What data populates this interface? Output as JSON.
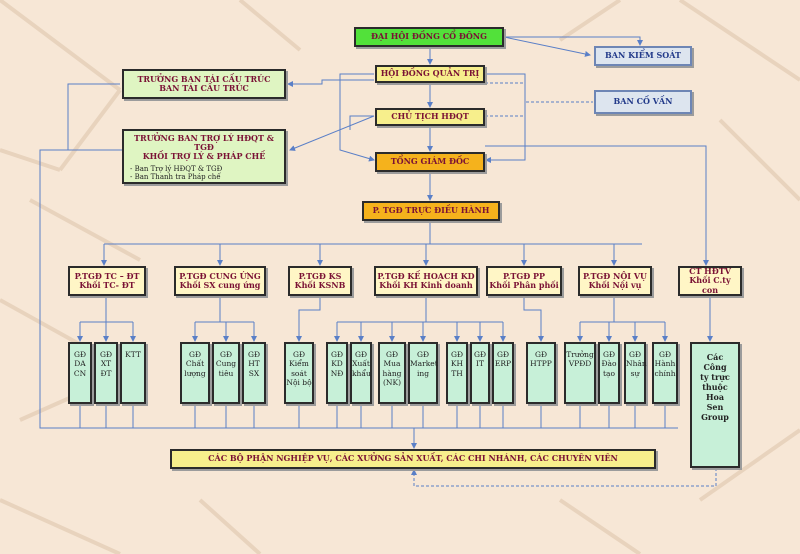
{
  "top": {
    "dhcd": "ĐẠI HỘI ĐỒNG CỔ ĐÔNG",
    "hdqt": "HỘI ĐỒNG QUẢN TRỊ",
    "chutich": "CHỦ TỊCH HĐQT",
    "tgd": "TỔNG GIÁM ĐỐC",
    "tgd_dh": "P. TGĐ TRỰC ĐIỀU HÀNH",
    "bks": "BAN KIỂM SOÁT",
    "bcv": "BAN CỐ VẤN"
  },
  "taicautruc": {
    "line1": "TRƯỞNG BAN TÁI CẤU TRÚC",
    "line2": "BAN TÁI CẤU TRÚC"
  },
  "troly": {
    "line1": "TRƯỞNG BAN TRỢ LÝ HĐQT & TGĐ",
    "line2": "KHỐI TRỢ LÝ & PHÁP CHẾ",
    "item1": "- Ban Trợ lý HĐQT & TGĐ",
    "item2": "- Ban Thanh tra Pháp chế"
  },
  "ptgd": [
    {
      "l1": "P.TGĐ TC – ĐT",
      "l2": "Khối TC- ĐT"
    },
    {
      "l1": "P.TGĐ CUNG ỨNG",
      "l2": "Khối SX cung ứng"
    },
    {
      "l1": "P.TGĐ KS",
      "l2": "Khối KSNB"
    },
    {
      "l1": "P.TGĐ KẾ HOẠCH KD",
      "l2": "Khối KH Kinh doanh"
    },
    {
      "l1": "P.TGĐ PP",
      "l2": "Khối Phân phối"
    },
    {
      "l1": "P.TGĐ NỘI VỤ",
      "l2": "Khối Nội vụ"
    },
    {
      "l1": "CT HĐTV",
      "l2": "Khối C.ty con"
    }
  ],
  "units": [
    {
      "a": "GĐ",
      "b": "DA",
      "c": "CN"
    },
    {
      "a": "GĐ",
      "b": "XT",
      "c": "ĐT"
    },
    {
      "a": "KTT",
      "b": "",
      "c": ""
    },
    {
      "a": "GĐ",
      "b": "Chất",
      "c": "lượng"
    },
    {
      "a": "GĐ",
      "b": "Cung",
      "c": "tiêu"
    },
    {
      "a": "GĐ",
      "b": "HT",
      "c": "SX"
    },
    {
      "a": "GĐ",
      "b": "Kiểm",
      "c": "soát",
      "d": "Nội bộ"
    },
    {
      "a": "GĐ",
      "b": "KD",
      "c": "NĐ"
    },
    {
      "a": "GĐ",
      "b": "Xuất",
      "c": "khẩu"
    },
    {
      "a": "GĐ",
      "b": "Mua",
      "c": "hàng",
      "d": "(NK)"
    },
    {
      "a": "GĐ",
      "b": "Market",
      "c": "ing"
    },
    {
      "a": "GĐ",
      "b": "KH",
      "c": "TH"
    },
    {
      "a": "GĐ",
      "b": "IT",
      "c": ""
    },
    {
      "a": "GĐ",
      "b": "ERP",
      "c": ""
    },
    {
      "a": "GĐ",
      "b": "HTPP",
      "c": ""
    },
    {
      "a": "Trưởng",
      "b": "VPĐD",
      "c": ""
    },
    {
      "a": "GĐ",
      "b": "Đào",
      "c": "tạo"
    },
    {
      "a": "GĐ",
      "b": "Nhân",
      "c": "sự"
    },
    {
      "a": "GĐ",
      "b": "Hành",
      "c": "chính"
    }
  ],
  "subsidiary": {
    "l1": "Các",
    "l2": "Công",
    "l3": "ty trực",
    "l4": "thuộc",
    "l5": "Hoa",
    "l6": "Sen",
    "l7": "Group"
  },
  "bottom": "CÁC BỘ PHẬN NGHIỆP VỤ, CÁC XƯỞNG SẢN XUẤT, CÁC CHI NHÁNH, CÁC CHUYÊN VIÊN",
  "colors": {
    "line": "#5a7fc7",
    "green": "#52e13a",
    "yellow": "#f7ef8c",
    "orange": "#f5b21c"
  }
}
